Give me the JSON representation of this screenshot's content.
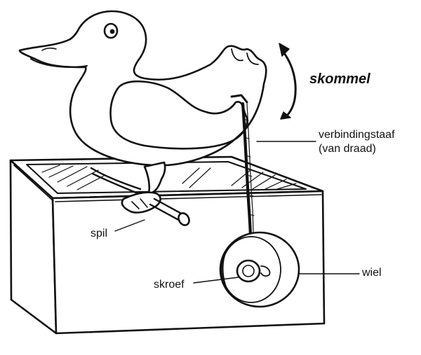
{
  "labels": {
    "skommel": "skommel",
    "verbindingstaaf_line1": "verbindingstaaf",
    "verbindingstaaf_line2": "(van draad)",
    "spil": "spil",
    "skroef": "skroef",
    "wiel": "wiel"
  },
  "colors": {
    "ink": "#111111",
    "paper": "#ffffff"
  }
}
